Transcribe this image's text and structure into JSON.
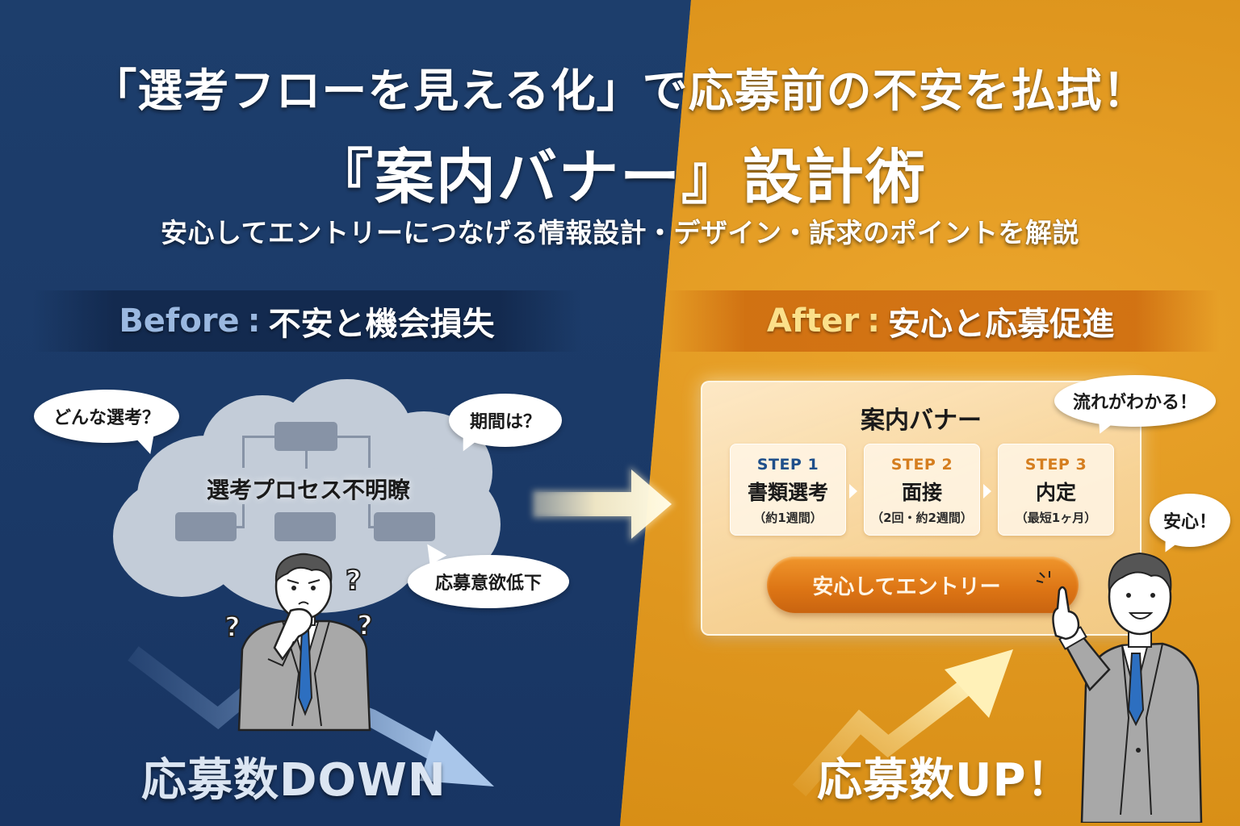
{
  "header": {
    "title_line1": "「選考フローを見える化」で応募前の不安を払拭！",
    "title_line2": "『案内バナー』設計術",
    "subtitle": "安心してエントリーにつなげる情報設計・デザイン・訴求のポイントを解説"
  },
  "colors": {
    "left_bg": "#1b3a68",
    "right_bg": "#df961e",
    "before_key": "#9ab8e0",
    "after_key": "#fbe08a",
    "step1_color": "#1f4f8a",
    "step_accent": "#d57e1f",
    "cta_bg": "#dc7414"
  },
  "before": {
    "band_key": "Before",
    "band_sep": ":",
    "band_text": "不安と機会損失",
    "cloud_label": "選考プロセス不明瞭",
    "bubbles": [
      {
        "text": "どんな選考？"
      },
      {
        "text": "期間は？"
      },
      {
        "text": "応募意欲低下"
      }
    ],
    "question_marks": [
      "?",
      "?",
      "?"
    ],
    "result_label": "応募数DOWN",
    "trend": "down-arrow"
  },
  "after": {
    "band_key": "After",
    "band_sep": ":",
    "band_text": "安心と応募促進",
    "banner": {
      "title": "案内バナー",
      "steps": [
        {
          "num": "STEP 1",
          "name": "書類選考",
          "detail": "（約1週間）"
        },
        {
          "num": "STEP 2",
          "name": "面接",
          "detail": "（2回・約2週間）"
        },
        {
          "num": "STEP 3",
          "name": "内定",
          "detail": "（最短1ヶ月）"
        }
      ],
      "cta_label": "安心してエントリー"
    },
    "bubbles": [
      {
        "text": "流れがわかる！"
      },
      {
        "text": "安心！"
      }
    ],
    "result_label": "応募数UP！",
    "trend": "up-arrow"
  },
  "transition": {
    "icon": "right-arrow"
  }
}
